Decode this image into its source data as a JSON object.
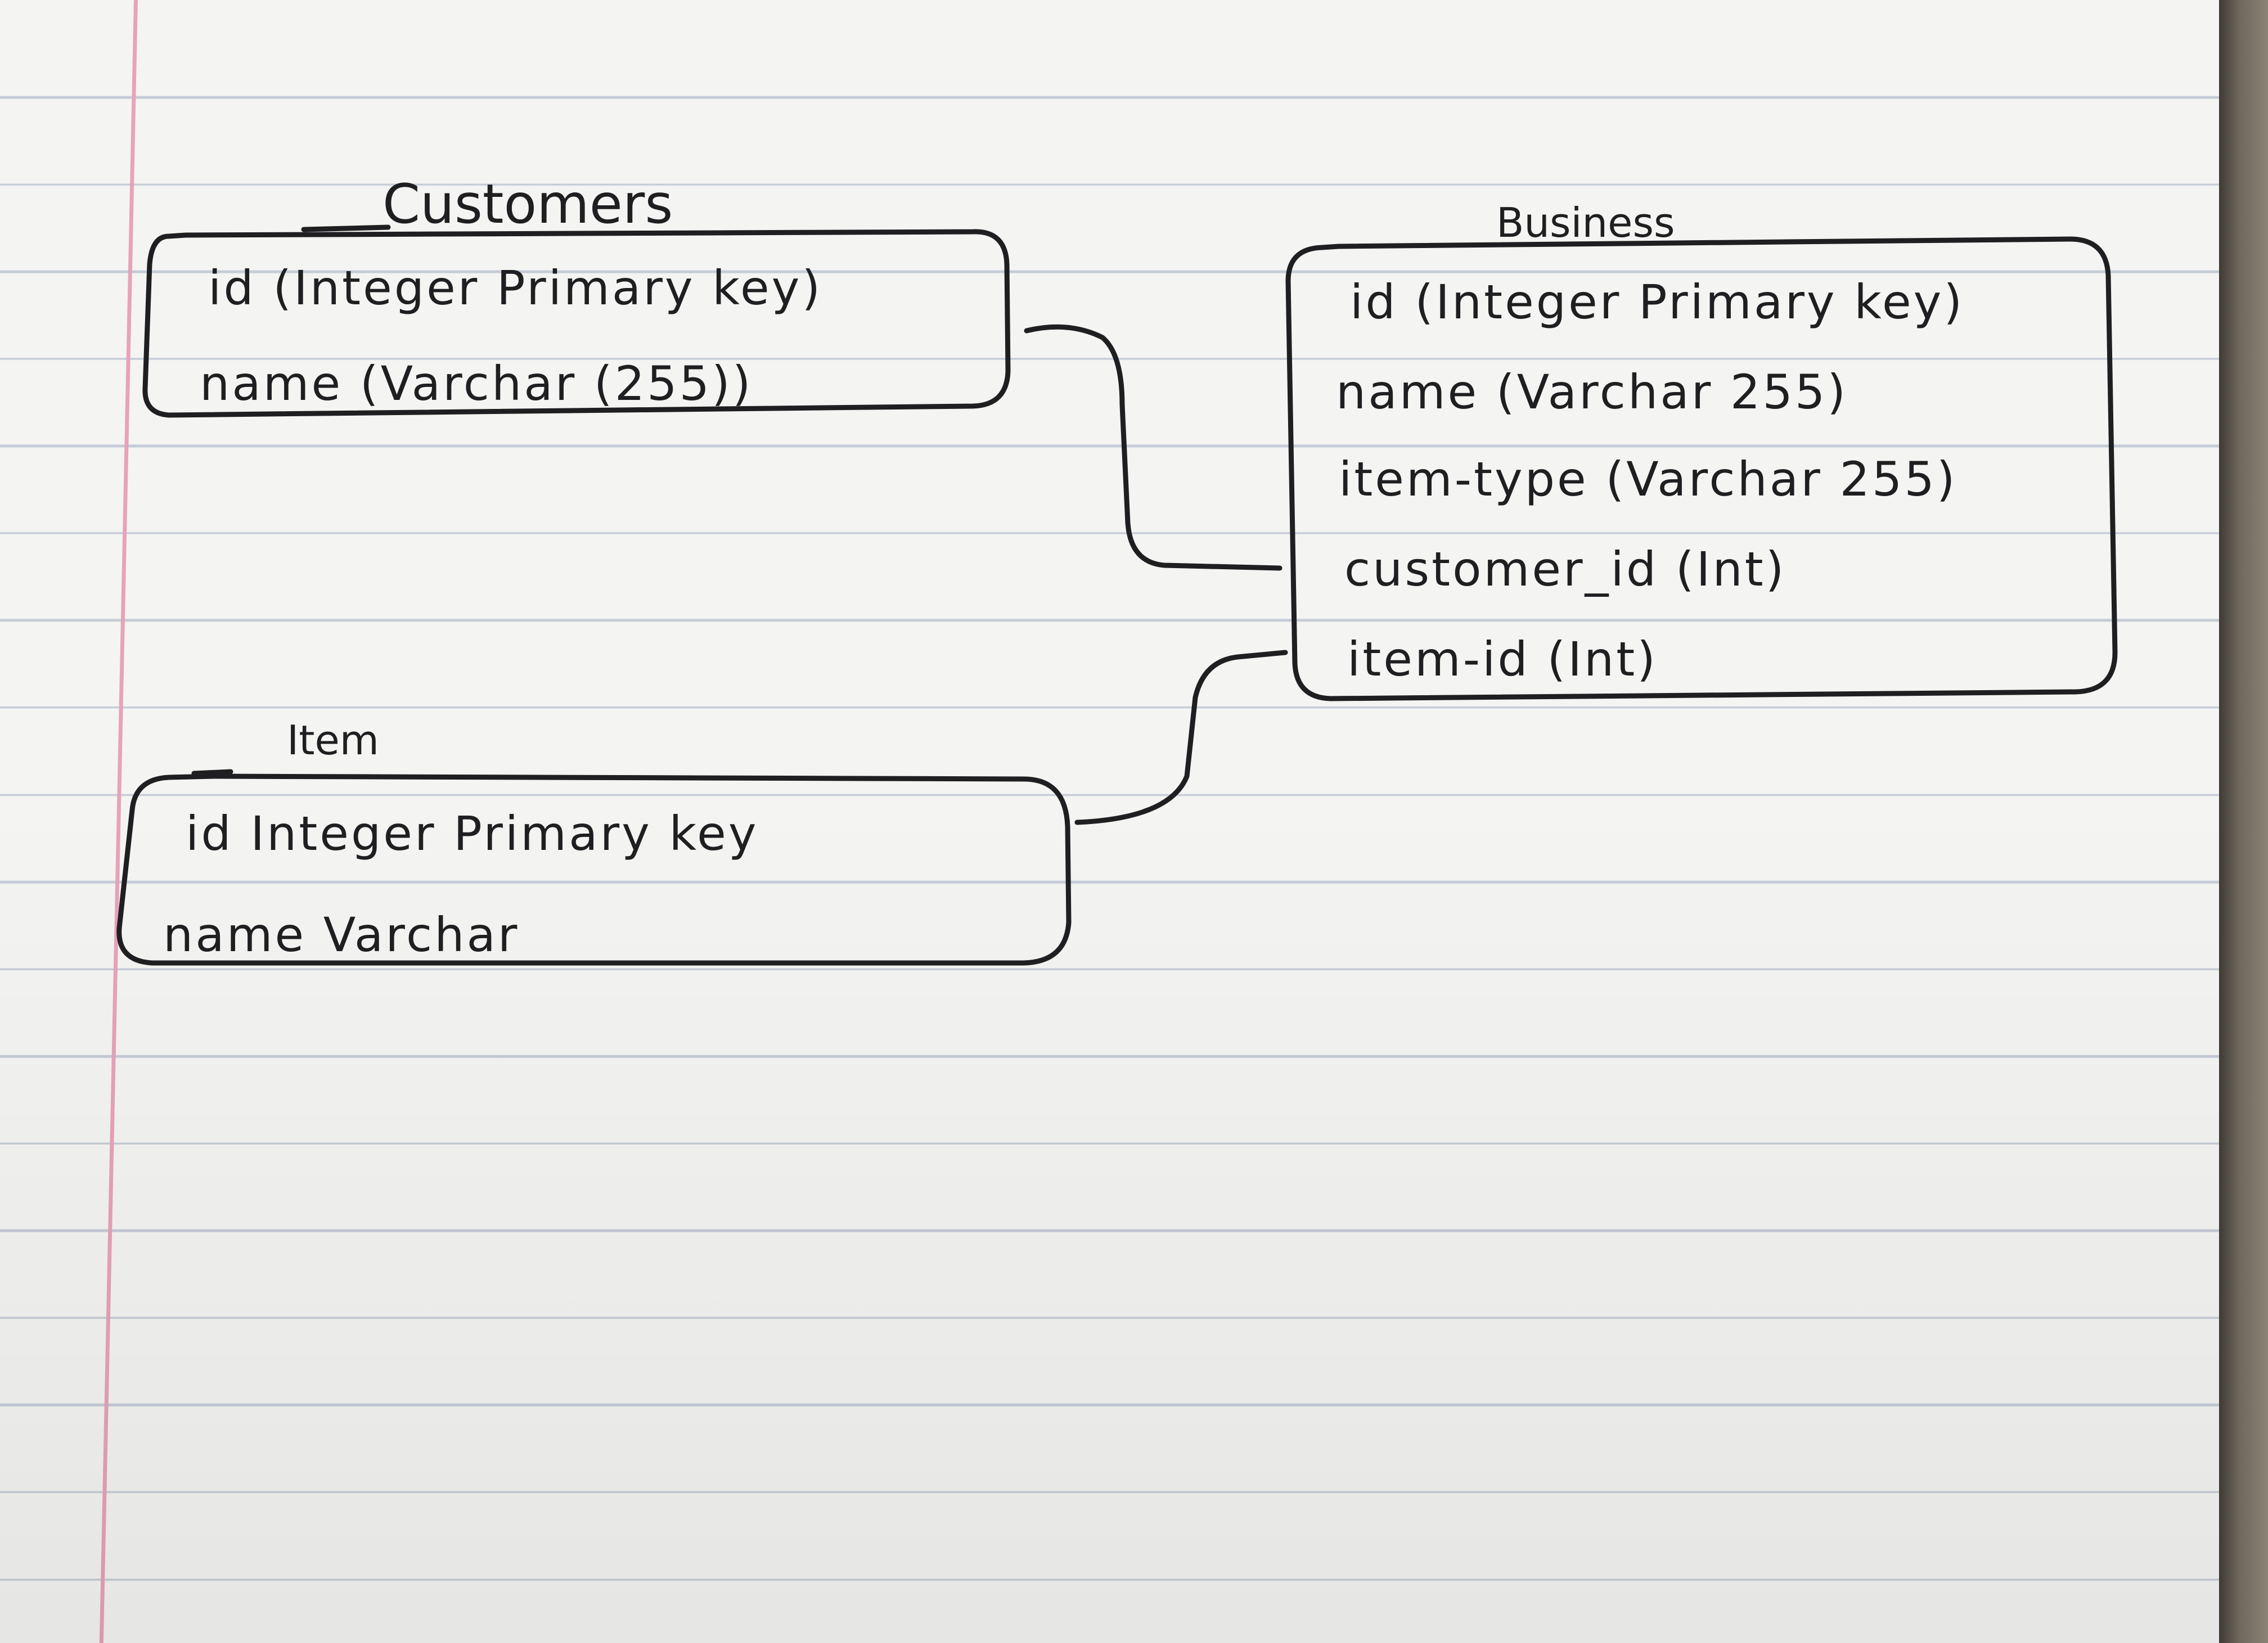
{
  "tables": {
    "customers": {
      "title": "Customers",
      "fields": [
        "id (Integer Primary key)",
        "name (Varchar (255))"
      ]
    },
    "business": {
      "title": "Business",
      "fields": [
        "id (Integer Primary key)",
        "name (Varchar 255)",
        "item-type (Varchar 255)",
        "customer_id (Int)",
        "item-id (Int)"
      ]
    },
    "item": {
      "title": "Item",
      "fields": [
        "id Integer Primary key",
        "name Varchar"
      ]
    }
  },
  "colors": {
    "ink": "#1f1f22",
    "paper": "#f4f4f2",
    "ruled_line": "#c4cbd6",
    "margin_line": "#e7a3b9"
  }
}
